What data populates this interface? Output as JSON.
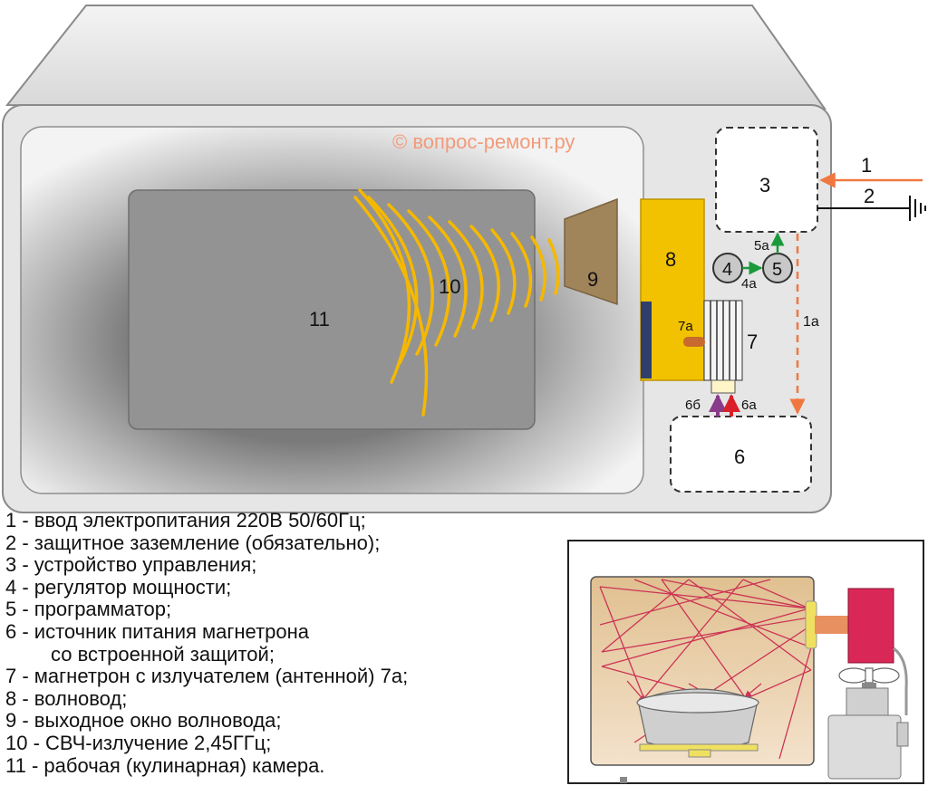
{
  "watermark": "© вопрос-ремонт.ру",
  "labels": {
    "n1": "1",
    "n2": "2",
    "n3": "3",
    "n4": "4",
    "n4a": "4а",
    "n5": "5",
    "n5a": "5а",
    "n6": "6",
    "n6a": "6а",
    "n6b": "6б",
    "n7": "7",
    "n7a": "7а",
    "n8": "8",
    "n9": "9",
    "n10": "10",
    "n11": "11",
    "n1a": "1а"
  },
  "legend": [
    "1 - ввод электропитания 220В 50/60Гц;",
    "2 - защитное заземление (обязательно);",
    "3 - устройство управления;",
    "4 - регулятор мощности;",
    "5 - программатор;",
    "6 - источник питания магнетрона",
    "со встроенной защитой;",
    "7 - магнетрон с излучателем (антенной) 7а;",
    "8 - волновод;",
    "9 - выходное окно волновода;",
    "10 - СВЧ-излучение 2,45ГГц;",
    "11 - рабочая (кулинарная) камера."
  ],
  "colors": {
    "body": "#e6e6e6",
    "chamber": "#939393",
    "waves": "#f5b800",
    "waveguide": "#f2c200",
    "window": "#a0845a",
    "power_line": "#f07840",
    "magnetron_beam": "#cc3355"
  }
}
